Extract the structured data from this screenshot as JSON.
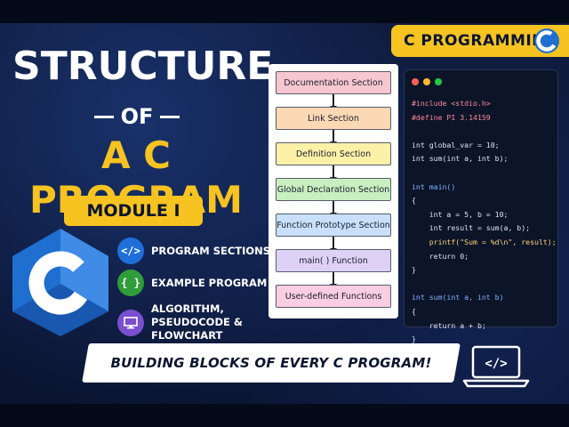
{
  "badge": {
    "label": "C PROGRAMMING",
    "logo_icon": "c-language-logo-icon"
  },
  "title": {
    "line1": "STRUCTURE",
    "line2": "OF",
    "line3": "A C PROGRAM",
    "module": "MODULE I"
  },
  "features": [
    {
      "icon": "code-tag-icon",
      "icon_glyph": "</>",
      "label": "PROGRAM SECTIONS",
      "color": "#1e6fd9"
    },
    {
      "icon": "curly-braces-icon",
      "icon_glyph": "{ }",
      "label": "EXAMPLE PROGRAM",
      "color": "#2f9d3a"
    },
    {
      "icon": "monitor-icon",
      "icon_glyph": "",
      "label": "ALGORITHM, PSEUDOCODE & FLOWCHART",
      "color": "#7a4fd0"
    }
  ],
  "flowchart": {
    "sections": [
      {
        "label": "Documentation Section",
        "color": "#f7c7cf"
      },
      {
        "label": "Link Section",
        "color": "#fdd8b5"
      },
      {
        "label": "Definition Section",
        "color": "#fdf1a8"
      },
      {
        "label": "Global Declaration Section",
        "color": "#c9efc0"
      },
      {
        "label": "Function Prototype Section",
        "color": "#c8e0fb"
      },
      {
        "label": "main( ) Function",
        "color": "#ddd2f6"
      },
      {
        "label": "User-defined Functions",
        "color": "#f9cde2"
      }
    ]
  },
  "code": {
    "lines": [
      "#include <stdio.h>",
      "#define PI 3.14159",
      "",
      "int global_var = 10;",
      "int sum(int a, int b);",
      "",
      "int main()",
      "{",
      "    int a = 5, b = 10;",
      "    int result = sum(a, b);",
      "    printf(\"Sum = %d\\n\", result);",
      "    return 0;",
      "}",
      "",
      "int sum(int a, int b)",
      "{",
      "    return a + b;",
      "}"
    ]
  },
  "banner": {
    "text": "BUILDING BLOCKS OF EVERY C PROGRAM!"
  },
  "laptop": {
    "icon": "laptop-code-icon",
    "glyph": "</>"
  },
  "colors": {
    "accent": "#f6c321",
    "background": "#0b1530",
    "c_logo": "#1f6fd1"
  }
}
